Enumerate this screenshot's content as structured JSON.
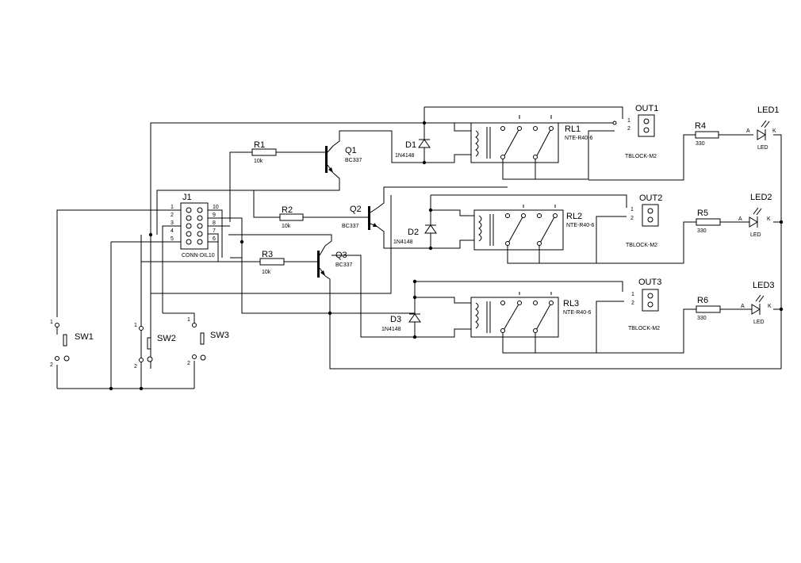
{
  "connector": {
    "ref": "J1",
    "value": "CONN-DIL10",
    "left_pins": [
      "1",
      "2",
      "3",
      "4",
      "5"
    ],
    "right_pins": [
      "10",
      "9",
      "8",
      "7",
      "6"
    ]
  },
  "resistors": [
    {
      "ref": "R1",
      "value": "10k"
    },
    {
      "ref": "R2",
      "value": "10k"
    },
    {
      "ref": "R3",
      "value": "10k"
    },
    {
      "ref": "R4",
      "value": "330"
    },
    {
      "ref": "R5",
      "value": "330"
    },
    {
      "ref": "R6",
      "value": "330"
    }
  ],
  "transistors": [
    {
      "ref": "Q1",
      "value": "BC337"
    },
    {
      "ref": "Q2",
      "value": "BC337"
    },
    {
      "ref": "Q3",
      "value": "BC337"
    }
  ],
  "diodes": [
    {
      "ref": "D1",
      "value": "1N4148"
    },
    {
      "ref": "D2",
      "value": "1N4148"
    },
    {
      "ref": "D3",
      "value": "1N4148"
    }
  ],
  "relays": [
    {
      "ref": "RL1",
      "value": "NTE-R40-6"
    },
    {
      "ref": "RL2",
      "value": "NTE-R40-6"
    },
    {
      "ref": "RL3",
      "value": "NTE-R40-6"
    }
  ],
  "outputs": [
    {
      "ref": "OUT1",
      "value": "TBLOCK-M2",
      "pins": [
        "1",
        "2"
      ]
    },
    {
      "ref": "OUT2",
      "value": "TBLOCK-M2",
      "pins": [
        "1",
        "2"
      ]
    },
    {
      "ref": "OUT3",
      "value": "TBLOCK-M2",
      "pins": [
        "1",
        "2"
      ]
    }
  ],
  "leds": [
    {
      "ref": "LED1",
      "value": "LED",
      "anode": "A",
      "cathode": "K"
    },
    {
      "ref": "LED2",
      "value": "LED",
      "anode": "A",
      "cathode": "K"
    },
    {
      "ref": "LED3",
      "value": "LED",
      "anode": "A",
      "cathode": "K"
    }
  ],
  "switches": [
    {
      "ref": "SW1",
      "pin_top": "1",
      "pin_bottom": "2"
    },
    {
      "ref": "SW2",
      "pin_top": "1",
      "pin_bottom": "2"
    },
    {
      "ref": "SW3",
      "pin_top": "1",
      "pin_bottom": "2"
    }
  ]
}
